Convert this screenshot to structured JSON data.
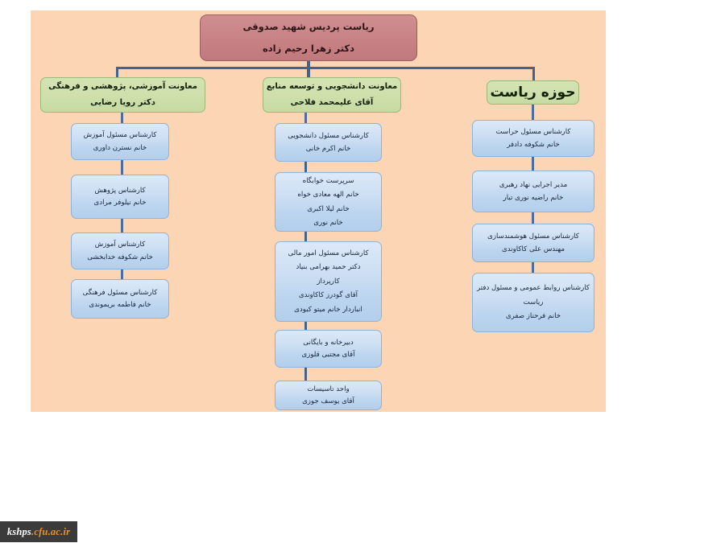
{
  "page": {
    "background_color": "#ffffff",
    "panel_color": "#fcd6b4",
    "connector_color": "#4a6f9c"
  },
  "watermark": {
    "name": "kshps",
    "domain": ".cfu.ac.ir"
  },
  "chart_data": {
    "type": "diagram",
    "title": "ریاست پردیس شهید صدوقی",
    "root": {
      "lines": [
        "ریاست پردیس شهید صدوقی",
        "دکتر زهرا رحیم زاده"
      ],
      "color": "#c98487"
    },
    "columns": [
      {
        "id": "education",
        "header": {
          "lines": [
            "معاونت آموزشی، پژوهشی و فرهنگی",
            "دکتر رویا رضایی"
          ],
          "color": "#cfe0ad"
        },
        "nodes": [
          {
            "lines": [
              "کارشناس مسئول آموزش",
              "خانم نسترن داوری"
            ]
          },
          {
            "lines": [
              "کارشناس پژوهش",
              "خانم نیلوفر مرادی"
            ]
          },
          {
            "lines": [
              "کارشناس آموزش",
              "خانم شکوفه خدابخشی"
            ]
          },
          {
            "lines": [
              "کارشناس مسئول فرهنگی",
              "خانم فاطمه بریموندی"
            ]
          }
        ]
      },
      {
        "id": "student-affairs",
        "header": {
          "lines": [
            "معاونت دانشجویی و توسعه منابع",
            "آقای علیمحمد فلاحی"
          ],
          "color": "#cfe0ad"
        },
        "nodes": [
          {
            "lines": [
              "کارشناس مسئول دانشجویی",
              "خانم اکرم خانی"
            ]
          },
          {
            "lines": [
              "سرپرست خوابگاه",
              "خانم الهه معادی خواه",
              "خانم لیلا اکبری",
              "خانم نوری"
            ]
          },
          {
            "lines": [
              "کارشناس مسئول امور مالی",
              "دکتر حمید بهرامی بنیاد",
              "کارپرداز",
              "آقای گودرز کاکاوندی",
              "انباردار خانم میتو کبودی"
            ]
          },
          {
            "lines": [
              "دبیرخانه و بایگانی",
              "آقای مجتبی قلوزی"
            ]
          },
          {
            "lines": [
              "واحد تاسیسات",
              "آقای یوسف جوزی"
            ]
          }
        ]
      },
      {
        "id": "presidency-office",
        "header": {
          "lines": [
            "حوزه ریاست"
          ],
          "color": "#cfe0ad"
        },
        "nodes": [
          {
            "lines": [
              "کارشناس مسئول حراست",
              "خانم شکوفه دادفر"
            ]
          },
          {
            "lines": [
              "مدیر اجرایی نهاد رهبری",
              "خانم راضیه نوری تبار"
            ]
          },
          {
            "lines": [
              "کارشناس مسئول هوشمندسازی",
              "مهندس علی کاکاوندی"
            ]
          },
          {
            "lines": [
              "کارشناس روابط عمومی و مسئول دفتر",
              "ریاست",
              "خانم فرحناز صفری"
            ]
          }
        ]
      }
    ]
  }
}
